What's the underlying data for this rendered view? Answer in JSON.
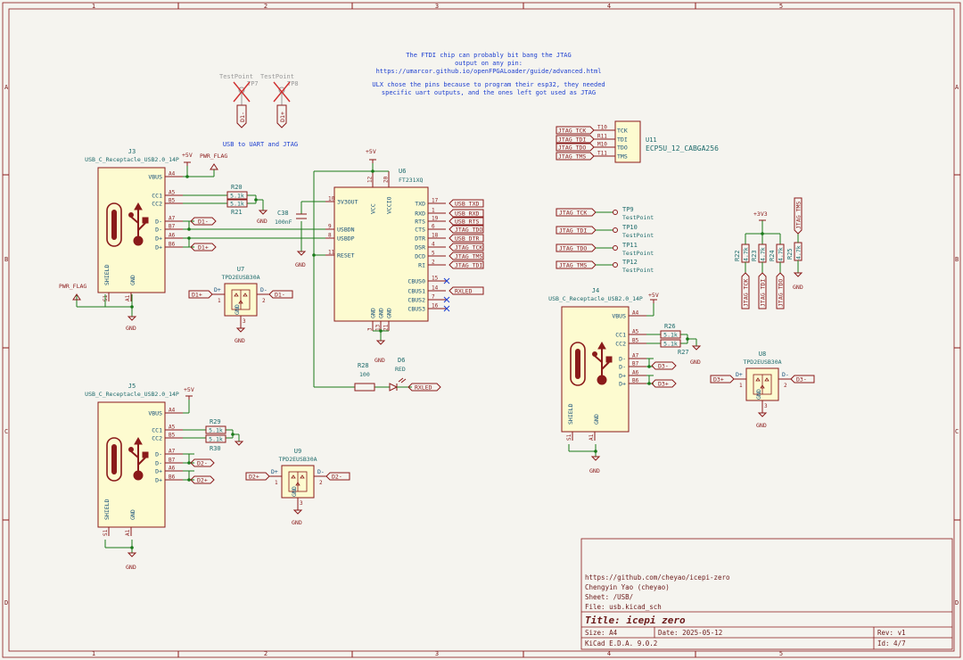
{
  "notes": {
    "ftdi_line1": "The FTDI chip can probably bit bang the JTAG",
    "ftdi_line2": "output on any pin:",
    "ftdi_line3": "https://umarcor.github.io/openFPGALoader/guide/advanced.html",
    "ulx_line1": "ULX chose the pins because to program their esp32, they needed",
    "ulx_line2": "specific uart outputs, and the ones left got used as JTAG",
    "usb_uart": "USB to UART and JTAG"
  },
  "ruler": {
    "cols": [
      "1",
      "2",
      "3",
      "4",
      "5"
    ],
    "rows": [
      "A",
      "B",
      "C",
      "D"
    ]
  },
  "testpoints_top": [
    {
      "name": "TestPoint",
      "ref": "TP7",
      "net": "D1-"
    },
    {
      "name": "TestPoint",
      "ref": "TP8",
      "net": "D1+"
    }
  ],
  "j3": {
    "ref": "J3",
    "value": "USB_C_Receptacle_USB2.0_14P",
    "shield": "SHIELD",
    "gnd": "GND",
    "pins_left": [
      {
        "name": "VBUS",
        "num": "A4"
      },
      {
        "name": "CC1",
        "num": "A5"
      },
      {
        "name": "CC2",
        "num": "B5"
      },
      {
        "name": "D-",
        "num": "A7"
      },
      {
        "name": "D-",
        "num": "B7"
      },
      {
        "name": "D+",
        "num": "A6"
      },
      {
        "name": "D+",
        "num": "B6"
      }
    ],
    "s1": "S1",
    "a1": "A1"
  },
  "j4": {
    "ref": "J4",
    "value": "USB_C_Receptacle_USB2.0_14P",
    "shield": "SHIELD",
    "gnd": "GND",
    "pins_left": [
      {
        "name": "VBUS",
        "num": "A4"
      },
      {
        "name": "CC1",
        "num": "A5"
      },
      {
        "name": "CC2",
        "num": "B5"
      },
      {
        "name": "D-",
        "num": "A7"
      },
      {
        "name": "D-",
        "num": "B7"
      },
      {
        "name": "D+",
        "num": "A6"
      },
      {
        "name": "D+",
        "num": "B6"
      }
    ],
    "s1": "S1",
    "a1": "A1"
  },
  "j5": {
    "ref": "J5",
    "value": "USB_C_Receptacle_USB2.0_14P",
    "shield": "SHIELD",
    "gnd": "GND",
    "pins_left": [
      {
        "name": "VBUS",
        "num": "A4"
      },
      {
        "name": "CC1",
        "num": "A5"
      },
      {
        "name": "CC2",
        "num": "B5"
      },
      {
        "name": "D-",
        "num": "A7"
      },
      {
        "name": "D-",
        "num": "B7"
      },
      {
        "name": "D+",
        "num": "A6"
      },
      {
        "name": "D+",
        "num": "B6"
      }
    ],
    "s1": "S1",
    "a1": "A1"
  },
  "resistors": {
    "r20": {
      "ref": "R20",
      "value": "5.1k"
    },
    "r21": {
      "ref": "R21",
      "value": "5.1k"
    },
    "r26": {
      "ref": "R26",
      "value": "5.1k"
    },
    "r27": {
      "ref": "R27",
      "value": "5.1k"
    },
    "r29": {
      "ref": "R29",
      "value": "5.1k"
    },
    "r30": {
      "ref": "R30",
      "value": "5.1k"
    },
    "r28": {
      "ref": "R28",
      "value": "100"
    },
    "r22": {
      "ref": "R22",
      "value": "4.7k"
    },
    "r23": {
      "ref": "R23",
      "value": "4.7k"
    },
    "r24": {
      "ref": "R24",
      "value": "4.7k"
    },
    "r25": {
      "ref": "R25",
      "value": "4.7k"
    }
  },
  "c38": {
    "ref": "C38",
    "value": "100nF"
  },
  "d6": {
    "ref": "D6",
    "value": "RED"
  },
  "power": {
    "p5v": "+5V",
    "gnd": "GND",
    "p3v3": "+3V3",
    "pwr_flag": "PWR_FLAG"
  },
  "u6": {
    "ref": "U6",
    "value": "FT231XQ",
    "left": [
      {
        "name": "3V3OUT",
        "num": "10"
      },
      {
        "name": "USBDN",
        "num": "9"
      },
      {
        "name": "USBDP",
        "num": "8"
      },
      {
        "name": "RESET",
        "num": "11"
      }
    ],
    "top": [
      {
        "name": "VCC",
        "num": "12"
      },
      {
        "name": "VCCIO",
        "num": "20"
      }
    ],
    "bottom": [
      {
        "name": "GND",
        "num": "3"
      },
      {
        "name": "GND",
        "num": "13"
      },
      {
        "name": "GND",
        "num": "21"
      }
    ],
    "right": [
      {
        "name": "TXD",
        "num": "17",
        "net": "USB_TXD"
      },
      {
        "name": "RXD",
        "num": "1",
        "net": "USB_RXD"
      },
      {
        "name": "RTS",
        "num": "19",
        "net": "USB_RTS"
      },
      {
        "name": "CTS",
        "num": "6",
        "net": "JTAG_TDO"
      },
      {
        "name": "DTR",
        "num": "18",
        "net": "USB_DTR"
      },
      {
        "name": "DSR",
        "num": "4",
        "net": "JTAG_TCK"
      },
      {
        "name": "DCD",
        "num": "5",
        "net": "JTAG_TMS"
      },
      {
        "name": "RI",
        "num": "2",
        "net": "JTAG_TDI"
      },
      {
        "name": "CBUS0",
        "num": "15",
        "net": ""
      },
      {
        "name": "CBUS1",
        "num": "14",
        "net": "RXLED"
      },
      {
        "name": "CBUS2",
        "num": "7",
        "net": ""
      },
      {
        "name": "CBUS3",
        "num": "16",
        "net": ""
      }
    ]
  },
  "u11": {
    "ref": "U11",
    "value": "ECP5U_12_CABGA256",
    "pins": [
      {
        "net": "JTAG_TCK",
        "num": "T10",
        "name": "TCK"
      },
      {
        "net": "JTAG_TDI",
        "num": "R11",
        "name": "TDI"
      },
      {
        "net": "JTAG_TDO",
        "num": "M10",
        "name": "TDO"
      },
      {
        "net": "JTAG_TMS",
        "num": "T11",
        "name": "TMS"
      }
    ]
  },
  "jtag_tps": [
    {
      "net": "JTAG_TCK",
      "ref": "TP9",
      "name": "TestPoint"
    },
    {
      "net": "JTAG_TDI",
      "ref": "TP10",
      "name": "TestPoint"
    },
    {
      "net": "JTAG_TDO",
      "ref": "TP11",
      "name": "TestPoint"
    },
    {
      "net": "JTAG_TMS",
      "ref": "TP12",
      "name": "TestPoint"
    }
  ],
  "pullup_nets": [
    "JTAG_TCK",
    "JTAG_TDI",
    "JTAG_TDO",
    "JTAG_TMS"
  ],
  "esd": {
    "u7": {
      "ref": "U7",
      "value": "TPD2EUSB30A",
      "in": "D1+",
      "out": "D1-"
    },
    "u8": {
      "ref": "U8",
      "value": "TPD2EUSB30A",
      "in": "D3+",
      "out": "D3-"
    },
    "u9": {
      "ref": "U9",
      "value": "TPD2EUSB30A",
      "in": "D2+",
      "out": "D2-"
    },
    "pin_dp": "D+",
    "pin_dm": "D-",
    "gnd": "GND",
    "n1": "1",
    "n2": "2",
    "n3": "3"
  },
  "netlabels": {
    "d1m": "D1-",
    "d1p": "D1+",
    "d2m": "D2-",
    "d2p": "D2+",
    "d3m": "D3-",
    "d3p": "D3+",
    "rxled": "RXLED"
  },
  "titleblock": {
    "url": "https://github.com/cheyao/icepi-zero",
    "author": "Chengyin Yao (cheyao)",
    "sheet": "Sheet: /USB/",
    "file": "File: usb.kicad_sch",
    "title": "Title: icepi zero",
    "size": "Size: A4",
    "date": "Date: 2025-05-12",
    "rev": "Rev: v1",
    "tool": "KiCad E.D.A. 9.0.2",
    "id": "Id: 4/7"
  }
}
